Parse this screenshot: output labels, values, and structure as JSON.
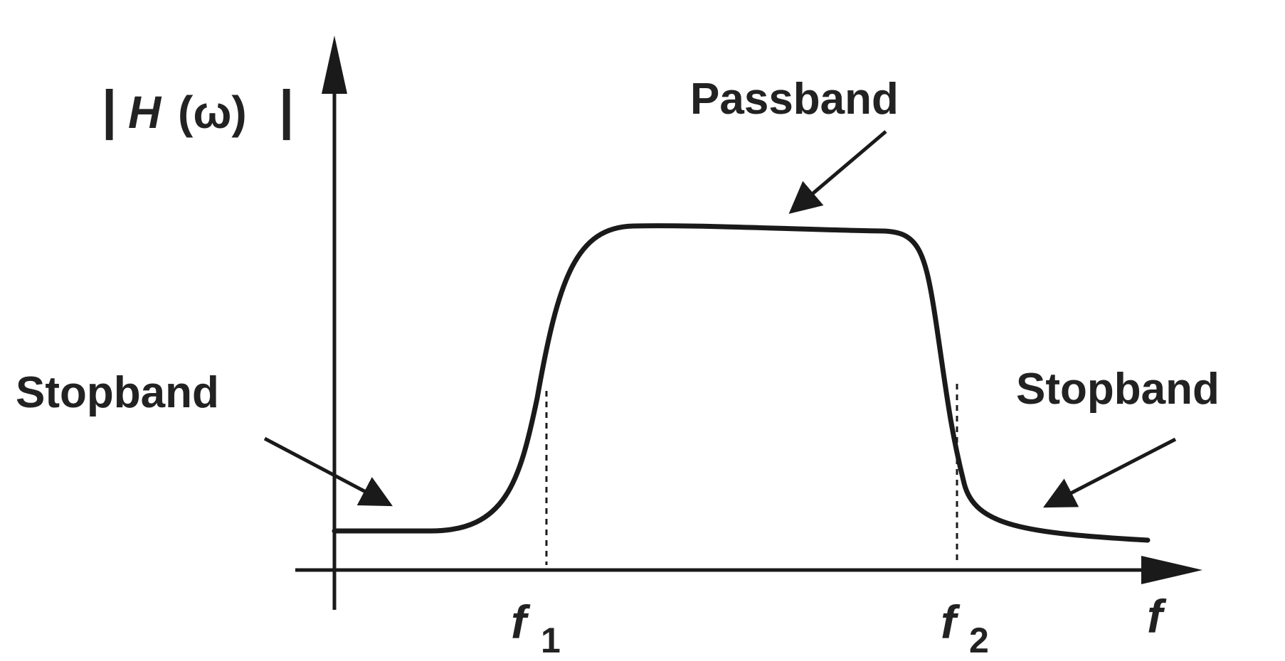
{
  "diagram": {
    "y_axis_label": {
      "bar": "|",
      "h": "H",
      "omega": "(ω)"
    },
    "x_axis_label": "f",
    "cutoffs": [
      {
        "letter": "f",
        "subscript": "1"
      },
      {
        "letter": "f",
        "subscript": "2"
      }
    ],
    "annotations": {
      "passband": "Passband",
      "stopband_left": "Stopband",
      "stopband_right": "Stopband"
    },
    "colors": {
      "ink": "#1a1a1a",
      "text": "#222222",
      "background": "#ffffff"
    }
  }
}
